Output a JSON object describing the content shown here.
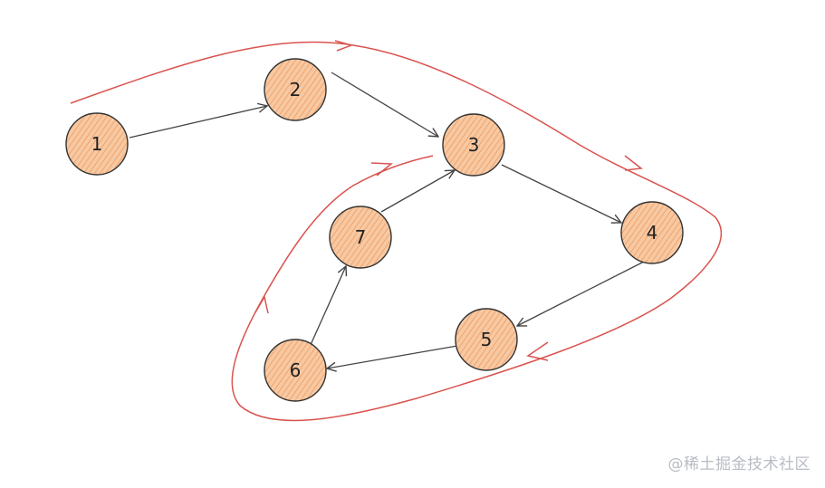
{
  "nodes": [
    {
      "id": "1",
      "label": "1"
    },
    {
      "id": "2",
      "label": "2"
    },
    {
      "id": "3",
      "label": "3"
    },
    {
      "id": "4",
      "label": "4"
    },
    {
      "id": "5",
      "label": "5"
    },
    {
      "id": "6",
      "label": "6"
    },
    {
      "id": "7",
      "label": "7"
    }
  ],
  "edges": [
    {
      "from": "1",
      "to": "2"
    },
    {
      "from": "2",
      "to": "3"
    },
    {
      "from": "3",
      "to": "4"
    },
    {
      "from": "4",
      "to": "5"
    },
    {
      "from": "5",
      "to": "6"
    },
    {
      "from": "6",
      "to": "7"
    },
    {
      "from": "7",
      "to": "3"
    }
  ],
  "colors": {
    "node_fill": "#f7c9a3",
    "node_hatch": "#f09a5f",
    "node_stroke": "#333333",
    "edge": "#444444",
    "traversal_path": "#d9534f",
    "watermark": "#b8bcc4"
  },
  "watermark": "@稀土掘金技术社区"
}
